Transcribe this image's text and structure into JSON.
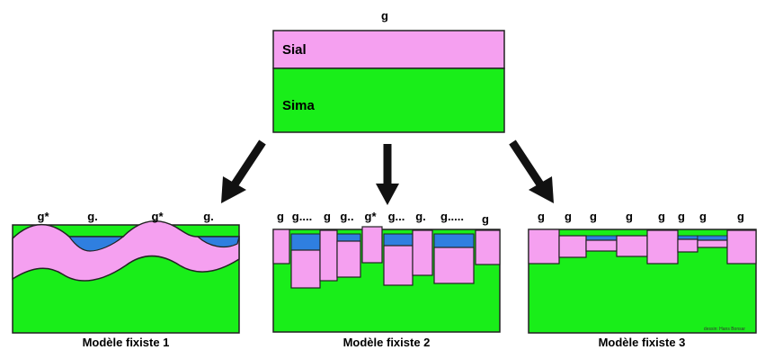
{
  "top": {
    "label": "g",
    "layers": [
      "Sial",
      "Sima"
    ]
  },
  "models": [
    {
      "title": "Modèle fixiste 1",
      "g_labels": [
        "g*",
        "g.",
        "g*",
        "g."
      ]
    },
    {
      "title": "Modèle fixiste 2",
      "g_labels": [
        "g",
        "g....",
        "g",
        "g..",
        "g*",
        "g...",
        "g.",
        "g.....",
        "g"
      ]
    },
    {
      "title": "Modèle fixiste 3",
      "g_labels": [
        "g",
        "g",
        "g",
        "g",
        "g",
        "g",
        "g",
        "g"
      ],
      "credit": "dessin: Hans Bonsar"
    }
  ],
  "colors": {
    "sial": "#f5a0f0",
    "sima": "#19ee19",
    "ocean": "#2f7fe0",
    "outline": "#222222"
  }
}
